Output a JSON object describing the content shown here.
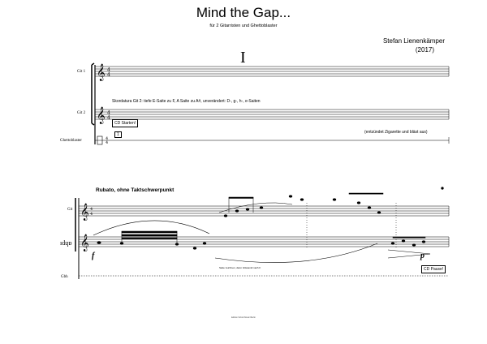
{
  "header": {
    "title": "Mind the Gap...",
    "subtitle": "für 2 Gitarristen und Ghettoblaster",
    "composer": "Stefan Lienenkämper",
    "year": "(2017)",
    "rehearsal_mark": "I"
  },
  "system1": {
    "instruments": [
      "Git 1",
      "Git 2",
      "Ghettoblaster"
    ],
    "scordatura": "Skordatura Git 2: tiefe E-Saite zu F, A Saite zu A#, unverändert: D-, g-, h-, e-Saiten",
    "cd_start": "CD Starten!",
    "measure_number": "1",
    "action_note": "(entzündet Zigarette und bläst aus)"
  },
  "system2": {
    "instruments": [
      "Git",
      "Gbh"
    ],
    "tempo": "Rubato, ohne Taktschwerpunkt",
    "dynamic_f": "f",
    "dynamic_p": "p",
    "fingering_note": "Saite zeichnen, dann Glissandi nach F",
    "cd_pause": "CD Pause!"
  },
  "footer": {
    "imprint": "Edition Schott Music Berlin"
  }
}
